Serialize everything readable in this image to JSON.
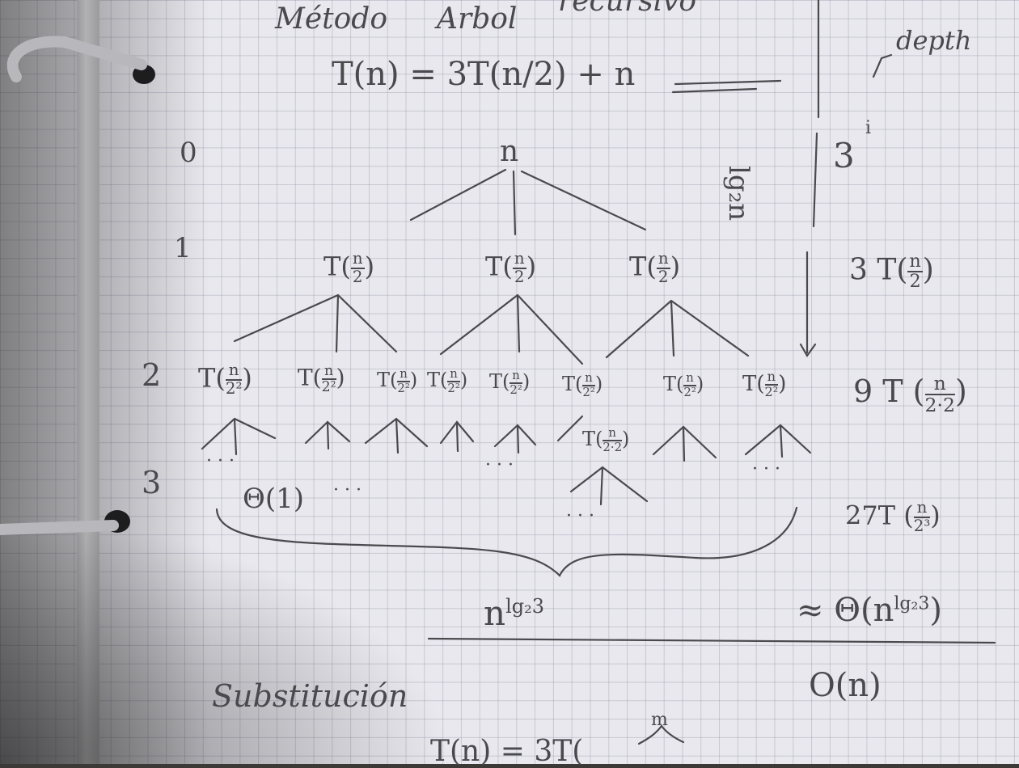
{
  "heading": {
    "title_word1": "Método",
    "title_word2": "Arbol",
    "title_word3": "recursivo",
    "recurrence": "T(n) = 3T(n/2) + n",
    "depth_label": "depth"
  },
  "side": {
    "vertical_note": "lg₂n",
    "branching": "3",
    "exponent": "i"
  },
  "levels": {
    "l0": "0",
    "l1": "1",
    "l2": "2",
    "l3": "3"
  },
  "tree": {
    "root": "n",
    "level1_node_prefix": "T(",
    "level1_num": "n",
    "level1_den": "2",
    "level2_num": "n",
    "level2_den": "2²",
    "level3_num": "n",
    "level3_den": "2·2",
    "dots": "· · ·",
    "base_case": "Θ(1)"
  },
  "right_column": {
    "r1_coef": "3 T(",
    "r1_num": "n",
    "r1_den": "2",
    "r2_coef": "9 T (",
    "r2_num": "n",
    "r2_den": "2·2",
    "r3_coef": "27T (",
    "r3_num": "n",
    "r3_den": "2³",
    "approx": "≈ Θ(n",
    "approx_exp": "lg₂3",
    "upper": "O(n)"
  },
  "leaves": {
    "count_base": "n",
    "count_exp": "lg₂3"
  },
  "footer": {
    "substitution": "Substitución",
    "partial": "T(n) = 3T(",
    "m_label": "m"
  },
  "colors": {
    "ink": "#4a4a4e",
    "paper": "#e9e8ee",
    "ring": "#b8b8bc"
  }
}
